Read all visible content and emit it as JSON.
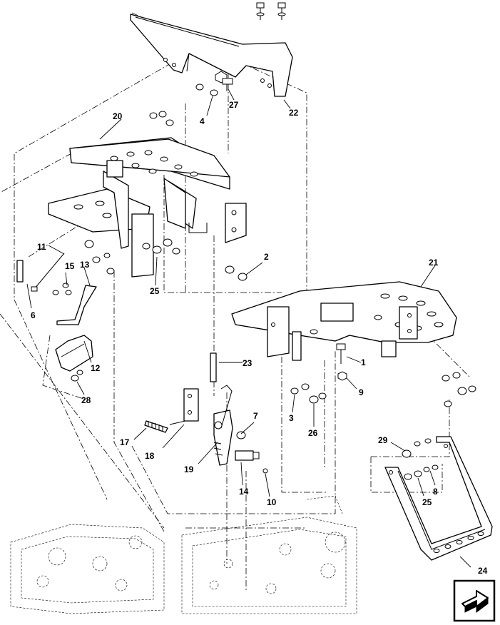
{
  "callouts": {
    "c1": "1",
    "c2": "2",
    "c3": "3",
    "c4": "4",
    "c6": "6",
    "c7": "7",
    "c8": "8",
    "c9": "9",
    "c10": "10",
    "c11": "11",
    "c12": "12",
    "c13": "13",
    "c14": "14",
    "c15": "15",
    "c17": "17",
    "c18": "18",
    "c19": "19",
    "c20": "20",
    "c21": "21",
    "c22": "22",
    "c23": "23",
    "c24": "24",
    "c25a": "25",
    "c25b": "25",
    "c26": "26",
    "c27": "27",
    "c28": "28",
    "c29": "29"
  },
  "navigation": {
    "icon": "next-page-arrow-icon"
  }
}
